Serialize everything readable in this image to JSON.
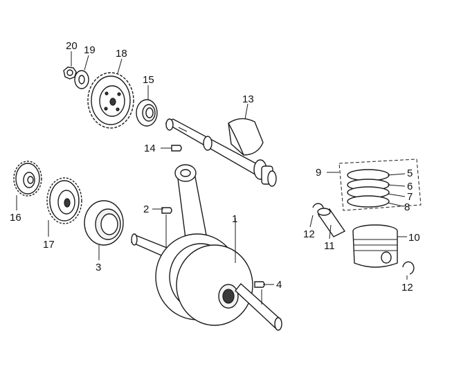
{
  "callouts": {
    "c1": "1",
    "c2": "2",
    "c3": "3",
    "c4": "4",
    "c5": "5",
    "c6": "6",
    "c7": "7",
    "c8": "8",
    "c9": "9",
    "c10": "10",
    "c11": "11",
    "c12a": "12",
    "c12b": "12",
    "c13": "13",
    "c14": "14",
    "c15": "15",
    "c16": "16",
    "c17": "17",
    "c18": "18",
    "c19": "19",
    "c20": "20"
  },
  "colors": {
    "line": "#1a1a1a",
    "background": "#ffffff",
    "shade": "#f2f2f2"
  }
}
